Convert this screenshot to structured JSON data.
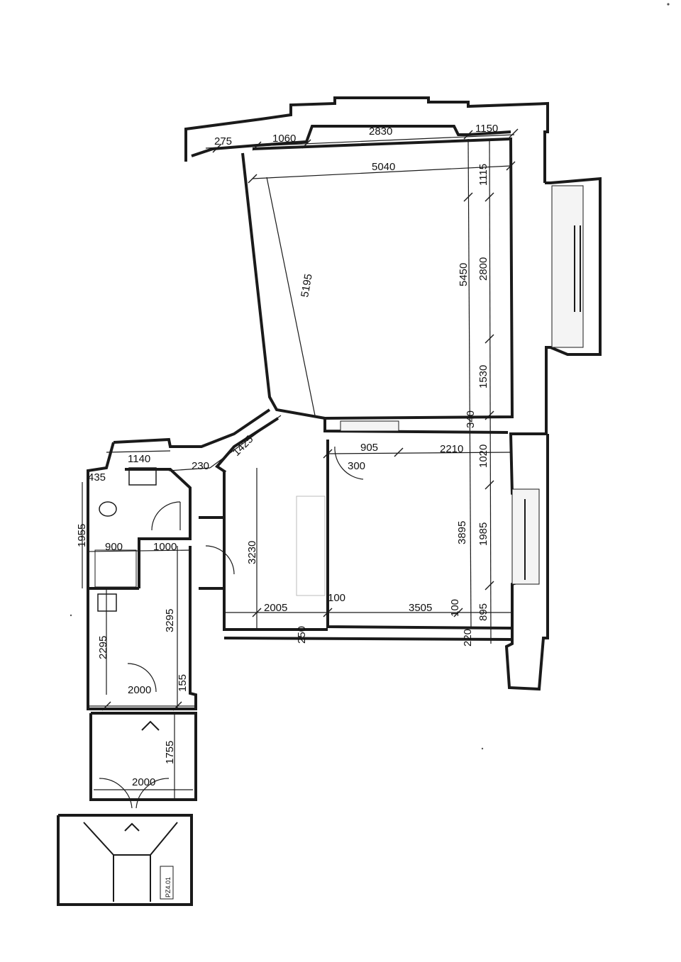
{
  "plan": {
    "dimensions": {
      "d275": "275",
      "d1060": "1060",
      "d2830": "2830",
      "d1150": "1150",
      "d5040": "5040",
      "d1115": "1115",
      "d5195": "5195",
      "d5450": "5450",
      "d2800": "2800",
      "d1530": "1530",
      "d1425": "1425",
      "d340": "340",
      "d905": "905",
      "d2210": "2210",
      "d300": "300",
      "d1020": "1020",
      "d1140": "1140",
      "d435": "435",
      "d230": "230",
      "d1955": "1955",
      "d900": "900",
      "d1000": "1000",
      "d3230": "3230",
      "d3895": "3895",
      "d1985": "1985",
      "d2005": "2005",
      "d3505": "3505",
      "d100a": "100",
      "d100b": "100",
      "d895": "895",
      "d250": "250",
      "d220": "220",
      "d3295": "3295",
      "d2295": "2295",
      "d2000a": "2000",
      "d155": "155",
      "d1755": "1755",
      "d2000b": "2000"
    },
    "stamp": "PZ4.01"
  }
}
